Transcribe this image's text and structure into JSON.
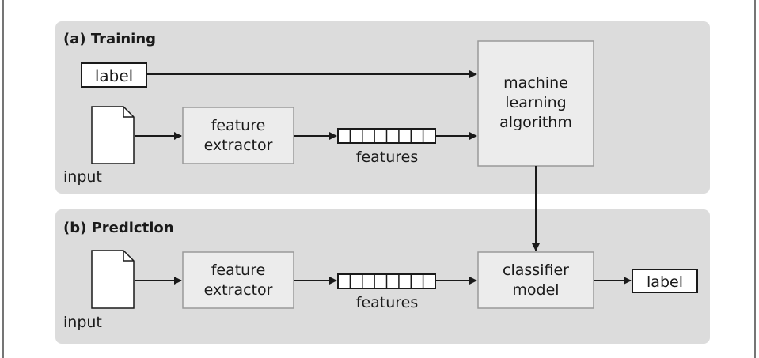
{
  "training": {
    "title": "(a) Training",
    "label_box": "label",
    "input_label": "input",
    "extractor": [
      "feature",
      "extractor"
    ],
    "features_label": "features",
    "algorithm": [
      "machine",
      "learning",
      "algorithm"
    ]
  },
  "prediction": {
    "title": "(b) Prediction",
    "input_label": "input",
    "extractor": [
      "feature",
      "extractor"
    ],
    "features_label": "features",
    "classifier": [
      "classifier",
      "model"
    ],
    "label_box": "label"
  },
  "colors": {
    "panel": "#dcdcdc",
    "box": "#ececec",
    "stroke": "#1a1a1a",
    "white": "#ffffff"
  },
  "icons": [
    "document-icon",
    "feature-vector-icon",
    "arrow-icon"
  ]
}
